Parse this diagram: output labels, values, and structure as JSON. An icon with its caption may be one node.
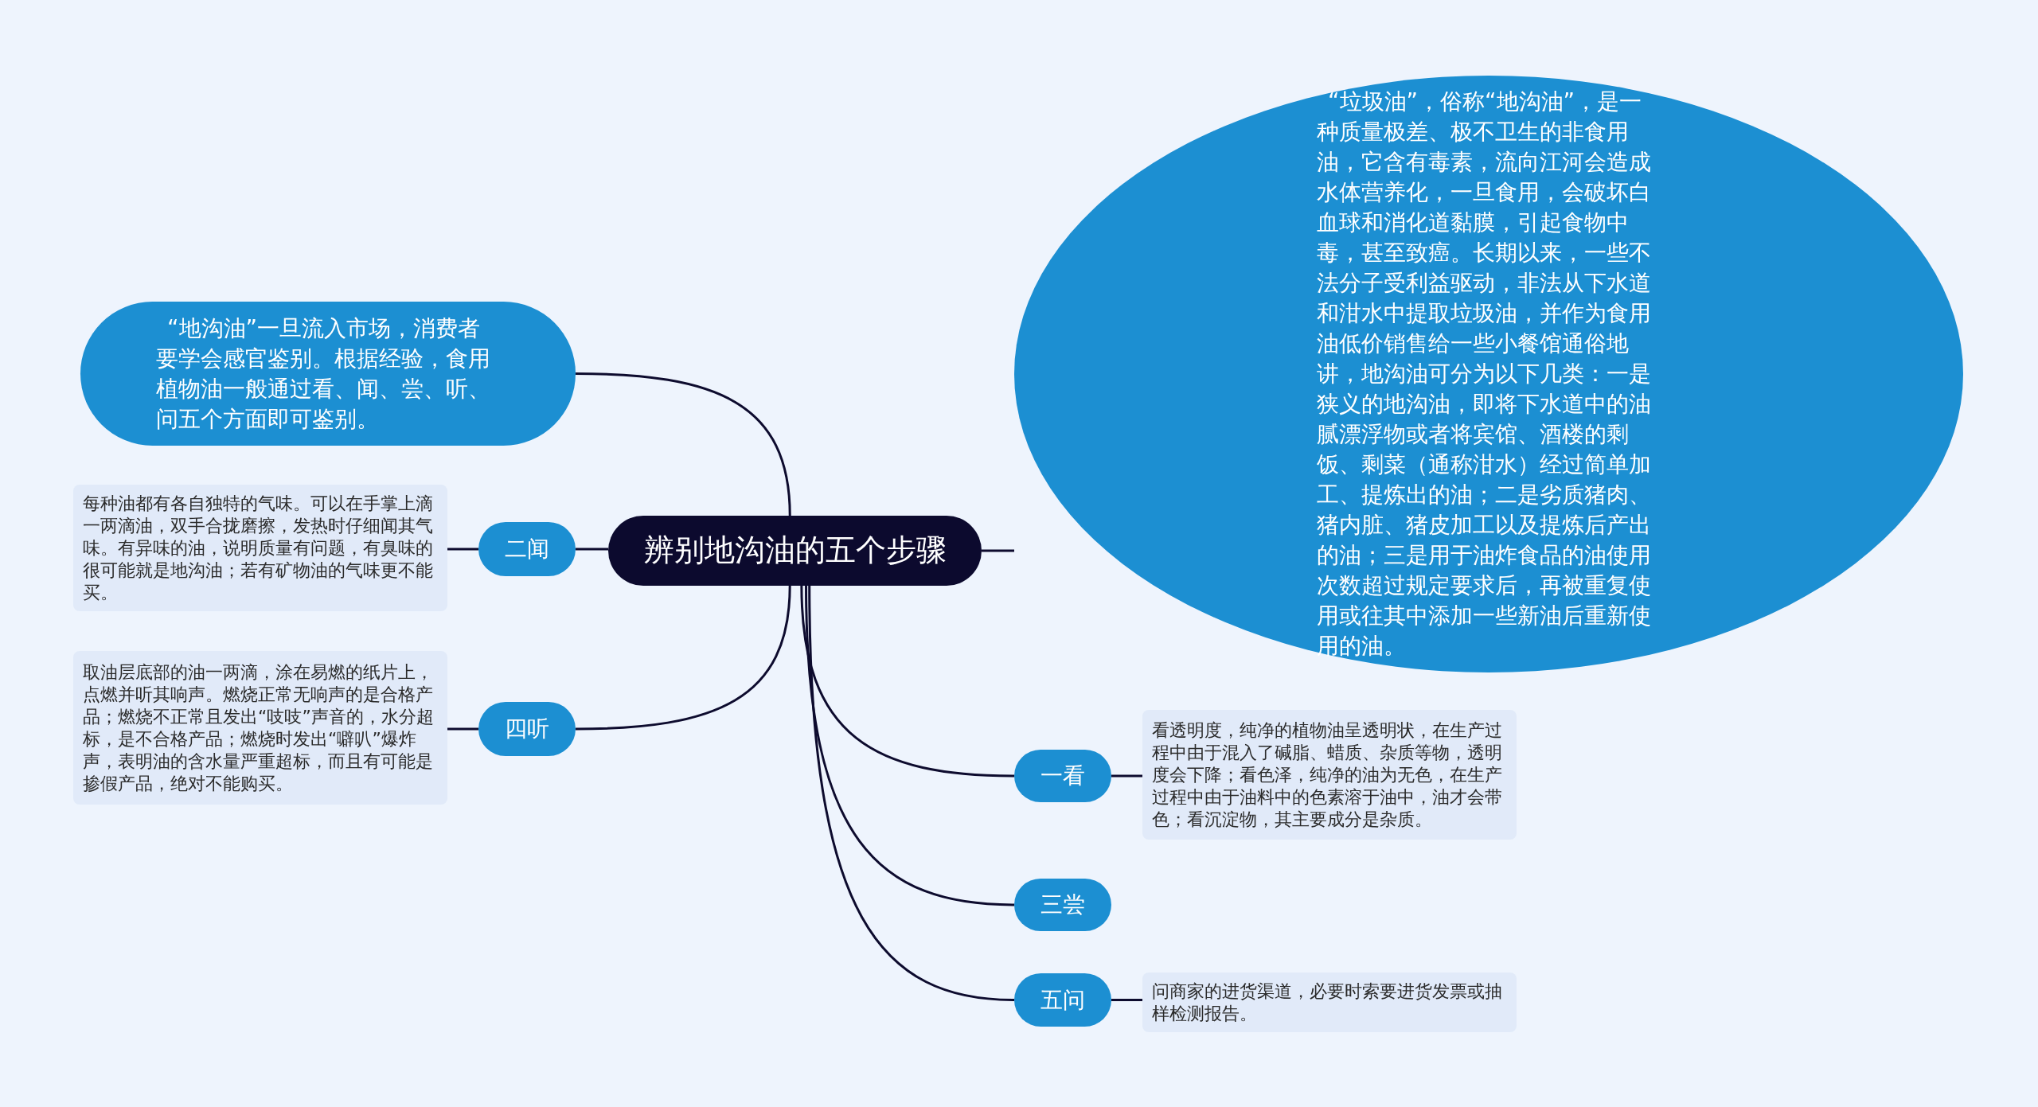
{
  "diagram": {
    "nodes": [
      {
        "text": [
          "辨别地沟油的五个步骤"
        ]
      },
      {
        "text": [
          "“地沟油”一旦流入市场，消费者要学会感官鉴别。根据经验，食用植物油一般通过看、闻、尝、听、问五个方面即可鉴别。"
        ]
      },
      {
        "text": [
          "“垃圾油”，俗称“地沟油”，是一种质量极差、极不卫生的非食用油，它含有毒素，流向江河会造成水体营养化，一旦食用，会破坏白血球和消化道黏膜，引起食物中毒，甚至致癌。长期以来，一些不法分子受利益驱动，非法从下水道和泔水中提取垃圾油，并作为食用油低价销售给一些小餐馆通俗地讲，地沟油可分为以下几类：一是狭义的地沟油，即将下水道中的油腻漂浮物或者将宾馆、酒楼的剩饭、剩菜（通称泔水）经过简单加工、提炼出的油；二是劣质猪肉、猪内脏、猪皮加工以及提炼后产出的油；三是用于油炸食品的油使用次数超过规定要求后，再被重复使用或往其中添加一些新油后重新使用的油。"
        ]
      },
      {
        "text": [
          "每种油都有各自独特的气味。可以在手掌上滴一两滴油，双手合拢磨擦，发热时仔细闻其气味。有异味的油，说明质量有问题，有臭味的很可能就是地沟油；若有矿物油的气味更不能买。"
        ]
      },
      {
        "text": [
          "二闻"
        ]
      },
      {
        "text": [
          "取油层底部的油一两滴，涂在易燃的纸片上，点燃并听其响声。燃烧正常无响声的是合格产品；燃烧不正常且发出“吱吱”声音的，水分超标，是不合格产品；燃烧时发出“噼叭”爆炸声，表明油的含水量严重超标，而且有可能是掺假产品，绝对不能购买。"
        ]
      },
      {
        "text": [
          "四听"
        ]
      },
      {
        "text": [
          "一看"
        ]
      },
      {
        "text": [
          "看透明度，纯净的植物油呈透明状，在生产过程中由于混入了碱脂、蜡质、杂质等物，透明度会下降；看色泽，纯净的油为无色，在生产过程中由于油料中的色素溶于油中，油才会带色；看沉淀物，其主要成分是杂质。"
        ]
      },
      {
        "text": [
          "三尝"
        ]
      },
      {
        "text": [
          "五问"
        ]
      },
      {
        "text": [
          "问商家的进货渠道，必要时索要进货发票或抽样检测报告。"
        ]
      }
    ],
    "edges": [
      {
        "from": 0,
        "to": 1,
        "arrow": "none"
      },
      {
        "from": 0,
        "to": 2,
        "arrow": "none"
      },
      {
        "from": 0,
        "to": 4,
        "arrow": "none"
      },
      {
        "from": 0,
        "to": 6,
        "arrow": "none"
      },
      {
        "from": 0,
        "to": 7,
        "arrow": "none"
      },
      {
        "from": 0,
        "to": 9,
        "arrow": "none"
      },
      {
        "from": 0,
        "to": 10,
        "arrow": "none"
      },
      {
        "from": 4,
        "to": 3,
        "arrow": "none"
      },
      {
        "from": 6,
        "to": 5,
        "arrow": "none"
      },
      {
        "from": 7,
        "to": 8,
        "arrow": "none"
      },
      {
        "from": 10,
        "to": 11,
        "arrow": "none"
      }
    ]
  }
}
